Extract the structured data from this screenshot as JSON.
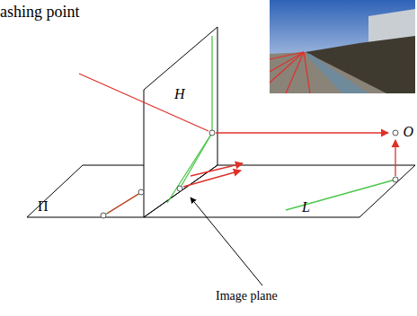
{
  "diagram": {
    "labels": [
      "ashing point",
      "H",
      "O",
      "Π",
      "L",
      "Image plane"
    ]
  }
}
